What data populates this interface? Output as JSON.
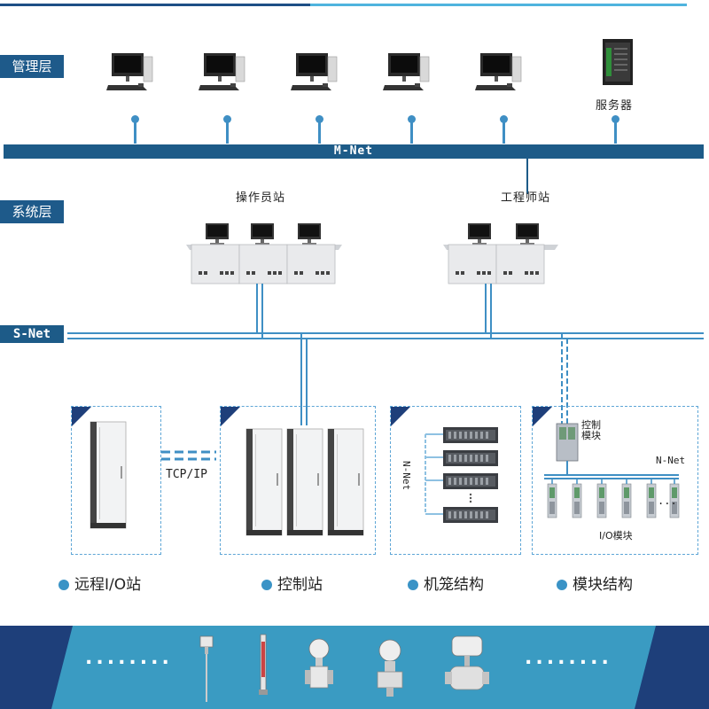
{
  "layers": {
    "management": "管理层",
    "system": "系统层"
  },
  "buses": {
    "mnet": "M-Net",
    "snet": "S-Net"
  },
  "server_label": "服务器",
  "stations": {
    "operator": "操作员站",
    "engineer": "工程师站"
  },
  "link_label": "TCP/IP",
  "groups": [
    {
      "label": "远程I/O站"
    },
    {
      "label": "控制站"
    },
    {
      "label": "机笼结构"
    },
    {
      "label": "模块结构"
    }
  ],
  "cage": {
    "nnet_label": "N-Net"
  },
  "module": {
    "control_label": "控制\n模块",
    "nnet_label": "N-Net",
    "io_label": "I/O模块",
    "ellipsis": "..."
  },
  "field": {
    "dots_left": "........",
    "dots_right": "........",
    "devices": [
      "temperature-sensor",
      "level-gauge",
      "flow-meter",
      "pressure-transmitter",
      "control-valve"
    ]
  },
  "colors": {
    "bus": "#1d5b88",
    "accent": "#3f8fc4",
    "band": "#3a9bc2",
    "dark": "#1e3f7a"
  }
}
